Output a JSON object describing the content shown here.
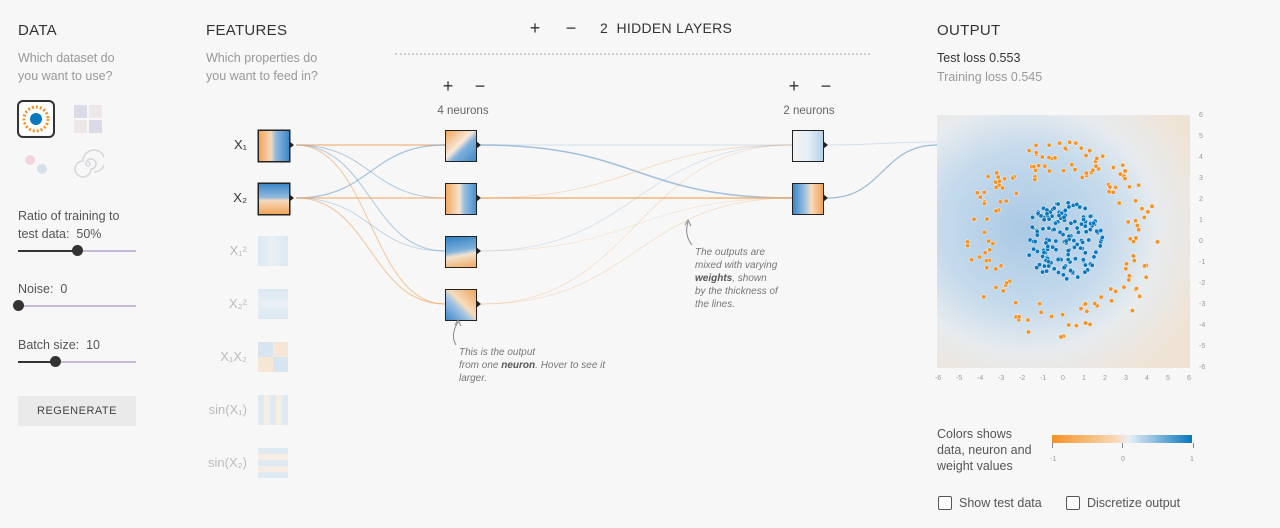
{
  "data_col": {
    "title": "DATA",
    "subtitle_1": "Which dataset do",
    "subtitle_2": "you want to use?",
    "ratio_label_1": "Ratio of training to",
    "ratio_label_2": "test data:",
    "ratio_value": "50%",
    "ratio_fraction": 0.5,
    "noise_label": "Noise:",
    "noise_value": "0",
    "noise_fraction": 0.0,
    "batch_label": "Batch size:",
    "batch_value": "10",
    "batch_fraction": 0.31,
    "regenerate_label": "REGENERATE"
  },
  "features_col": {
    "title": "FEATURES",
    "subtitle_1": "Which properties do",
    "subtitle_2": "you want to feed in?",
    "features": [
      {
        "label": "X₁",
        "active": true
      },
      {
        "label": "X₂",
        "active": true
      },
      {
        "label": "X₁²",
        "active": false
      },
      {
        "label": "X₂²",
        "active": false
      },
      {
        "label": "X₁X₂",
        "active": false
      },
      {
        "label": "sin(X₁)",
        "active": false
      },
      {
        "label": "sin(X₂)",
        "active": false
      }
    ]
  },
  "network": {
    "plus": "+",
    "minus": "−",
    "layers_count": "2",
    "layers_label": "HIDDEN LAYERS",
    "layer1_caption": "4 neurons",
    "layer2_caption": "2 neurons",
    "note_neuron_1": "This is the output",
    "note_neuron_2a": "from one ",
    "note_neuron_2b": "neuron",
    "note_neuron_2c": ". Hover to see it",
    "note_neuron_3": "larger.",
    "note_weights_1": "The outputs are",
    "note_weights_2": "mixed with varying",
    "note_weights_3": "weights",
    "note_weights_4": ", shown",
    "note_weights_5": "by the thickness of",
    "note_weights_6": "the lines."
  },
  "output_col": {
    "title": "OUTPUT",
    "test_loss_label": "Test loss",
    "test_loss_value": "0.553",
    "training_loss_label": "Training loss",
    "training_loss_value": "0.545",
    "axis_ticks": [
      "-6",
      "-5",
      "-4",
      "-3",
      "-2",
      "-1",
      "0",
      "1",
      "2",
      "3",
      "4",
      "5",
      "6"
    ],
    "y_ticks": [
      "6",
      "5",
      "4",
      "3",
      "2",
      "1",
      "0",
      "-1",
      "-2",
      "-3",
      "-4",
      "-5",
      "-6"
    ],
    "legend_text_1": "Colors shows",
    "legend_text_2": "data, neuron and",
    "legend_text_3": "weight values",
    "legend_min": "-1",
    "legend_mid": "0",
    "legend_max": "1",
    "show_test_label": "Show test data",
    "discretize_label": "Discretize output"
  },
  "colors": {
    "orange": "#f59322",
    "blue": "#0877bd",
    "background": "#f7f7f7"
  }
}
